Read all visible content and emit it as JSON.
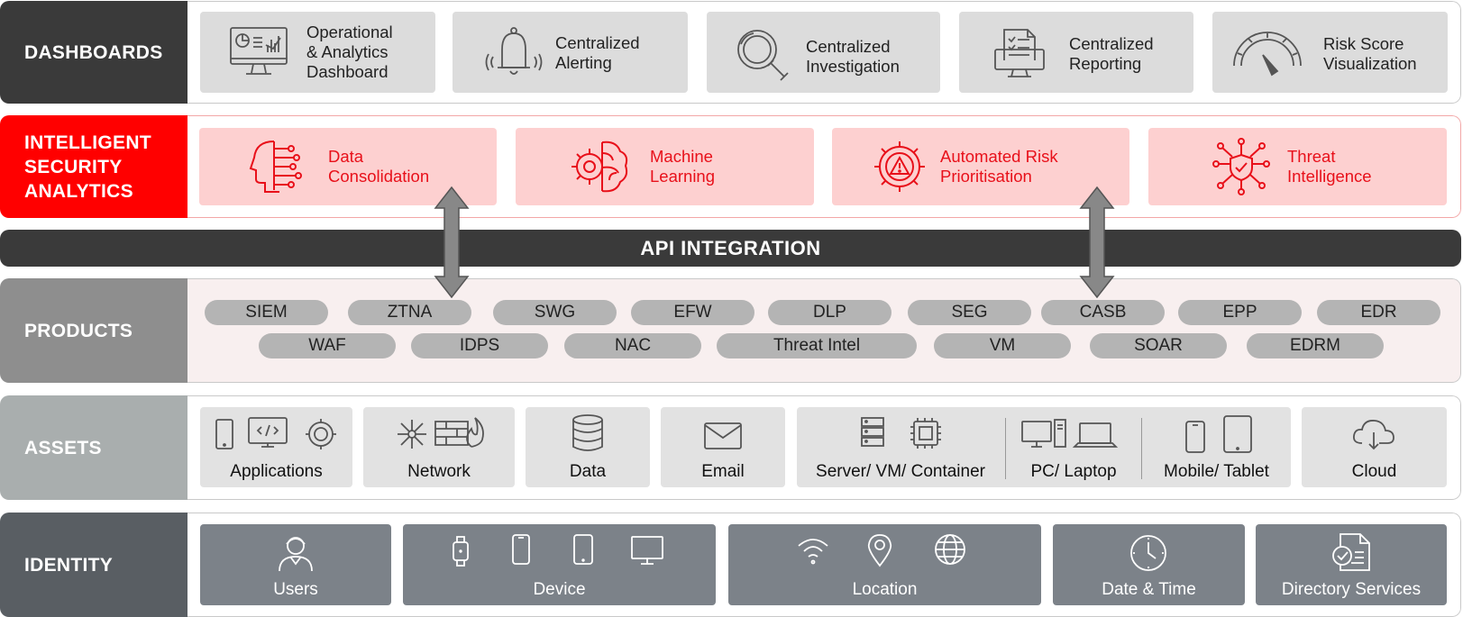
{
  "dashboards": {
    "label": "DASHBOARDS",
    "items": [
      {
        "text": "Operational\n& Analytics\nDashboard",
        "icon": "monitor-chart-icon"
      },
      {
        "text": "Centralized\nAlerting",
        "icon": "bell-icon"
      },
      {
        "text": "Centralized\nInvestigation",
        "icon": "magnifier-icon"
      },
      {
        "text": "Centralized\nReporting",
        "icon": "report-monitor-icon"
      },
      {
        "text": "Risk Score\nVisualization",
        "icon": "gauge-icon"
      }
    ]
  },
  "analytics": {
    "label": "INTELLIGENT\nSECURITY\nANALYTICS",
    "items": [
      {
        "text": "Data\nConsolidation",
        "icon": "ai-head-icon"
      },
      {
        "text": "Machine\nLearning",
        "icon": "brain-gear-icon"
      },
      {
        "text": "Automated Risk\nPrioritisation",
        "icon": "gear-warning-icon"
      },
      {
        "text": "Threat\nIntelligence",
        "icon": "shield-network-icon"
      }
    ]
  },
  "api": {
    "label": "API INTEGRATION"
  },
  "products": {
    "label": "PRODUCTS",
    "row1": [
      "SIEM",
      "ZTNA",
      "SWG",
      "EFW",
      "DLP",
      "SEG",
      "CASB",
      "EPP",
      "EDR"
    ],
    "row2": [
      "WAF",
      "IDPS",
      "NAC",
      "Threat Intel",
      "VM",
      "SOAR",
      "EDRM"
    ]
  },
  "assets": {
    "label": "ASSETS",
    "items": [
      "Applications",
      "Network",
      "Data",
      "Email",
      "Server/ VM/ Container",
      "PC/ Laptop",
      "Mobile/ Tablet",
      "Cloud"
    ]
  },
  "identity": {
    "label": "IDENTITY",
    "items": [
      "Users",
      "Device",
      "Location",
      "Date & Time",
      "Directory Services"
    ]
  },
  "colors": {
    "dark": "#3a3a3a",
    "red": "#ff0000",
    "products_gray": "#8e8e8e",
    "assets_gray": "#a9aeae",
    "identity_gray": "#595e63",
    "red_text": "#e8101a",
    "pink_card": "#fdd0d0"
  }
}
